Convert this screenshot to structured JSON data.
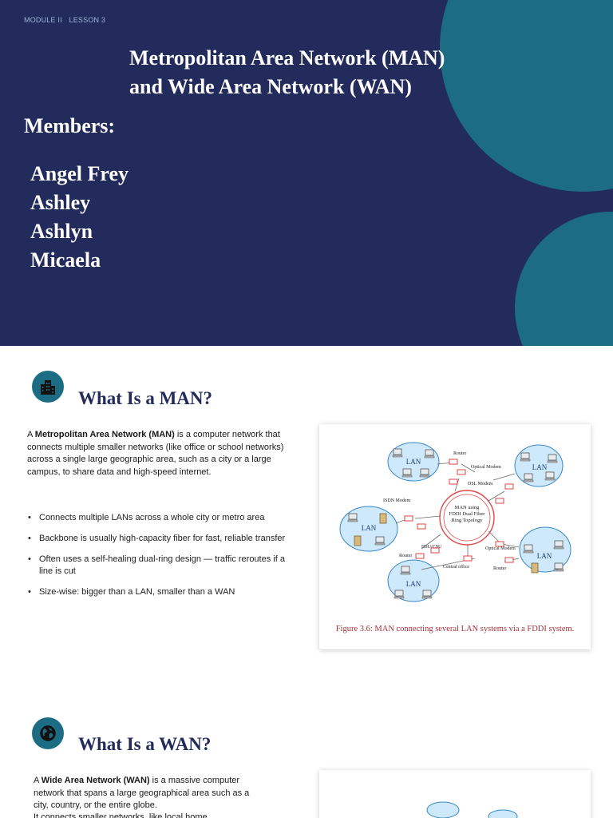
{
  "hero": {
    "module_label": "MODULE II",
    "lesson_label": "LESSON 3",
    "title_line1": "Metropolitan Area Network (MAN)",
    "title_line2": "and Wide Area Network (WAN)",
    "members_heading": "Members:",
    "members": [
      "Angel Frey",
      "Ashley",
      "Ashlyn",
      "Micaela"
    ]
  },
  "man_section": {
    "icon": "buildings-icon",
    "title": "What Is a MAN?",
    "intro_prefix": "A ",
    "intro_term": "Metropolitan Area Network (MAN)",
    "intro_rest": " is a computer network that connects multiple smaller networks (like office or school networks) across a single large geographic area, such as a city or a large campus, to share data and high-speed internet.",
    "bullets": [
      "Connects multiple LANs across a whole city or metro area",
      "Backbone is usually high-capacity fiber for fast, reliable transfer",
      "Often uses a self-healing dual-ring design — traffic reroutes if a line is cut",
      "Size-wise: bigger than a LAN, smaller than a WAN"
    ],
    "figure": {
      "lan_label": "LAN",
      "router_label": "Router",
      "optical_modem_label": "Optical Modem",
      "dsl_modem_label": "DSL Modem",
      "isdn_modem_label": "ISDN Modem",
      "ring_label_1": "MAN using",
      "ring_label_2": "FDDI Dual Fiber",
      "ring_label_3": "Ring Topology",
      "dsu_csu_label": "DSU/CSU",
      "central_office_label": "Central office",
      "caption": "Figure 3.6: MAN connecting several LAN systems via a FDDI system."
    }
  },
  "wan_section": {
    "icon": "globe-icon",
    "title": "What Is a WAN?",
    "intro_prefix": "A ",
    "intro_term": "Wide Area Network (WAN)",
    "intro_rest": " is a massive computer network that spans a large geographical area  such as a city, country, or the entire globe.",
    "intro_line2": "It connects smaller networks, like local home"
  },
  "colors": {
    "navy": "#222b5b",
    "teal": "#1c6c83",
    "caption_red": "#a0343a",
    "cloud_blue": "#cde9fb"
  }
}
